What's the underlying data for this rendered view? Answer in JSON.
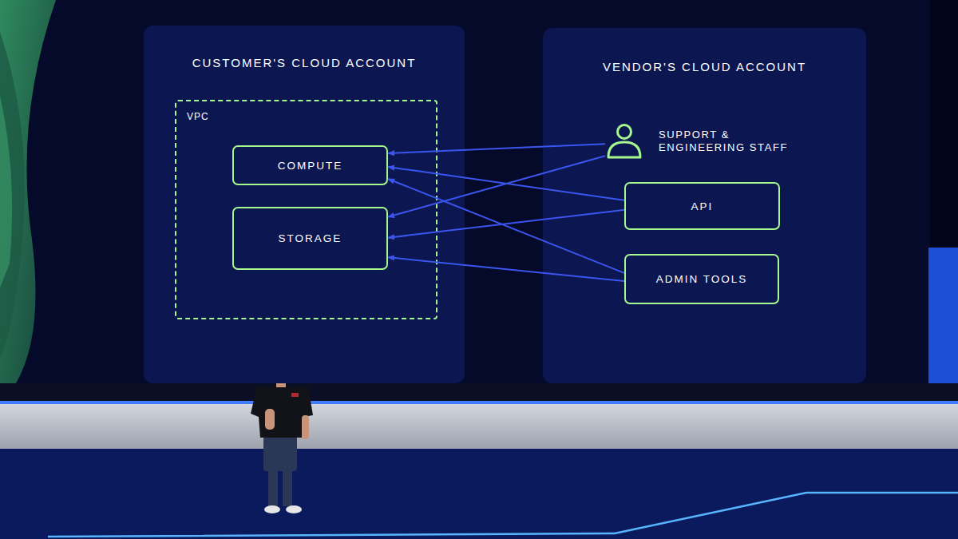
{
  "diagram": {
    "nodes": [
      {
        "text": [
          "CUSTOMER'S CLOUD ACCOUNT"
        ]
      },
      {
        "text": [
          "VPC"
        ],
        "in": 0
      },
      {
        "text": [
          "COMPUTE"
        ],
        "in": 1
      },
      {
        "text": [
          "STORAGE"
        ],
        "in": 1
      },
      {
        "text": [
          "VENDOR'S CLOUD ACCOUNT"
        ]
      },
      {
        "text": [
          "SUPPORT & ENGINEERING STAFF"
        ],
        "in": 4
      },
      {
        "text": [
          "API"
        ],
        "in": 4
      },
      {
        "text": [
          "ADMIN TOOLS"
        ],
        "in": 4
      }
    ],
    "edges": [
      {
        "from": 5,
        "to": 2,
        "arrow": "to"
      },
      {
        "from": 5,
        "to": 3,
        "arrow": "to"
      },
      {
        "from": 6,
        "to": 2,
        "arrow": "to"
      },
      {
        "from": 6,
        "to": 3,
        "arrow": "to"
      },
      {
        "from": 7,
        "to": 2,
        "arrow": "to"
      },
      {
        "from": 7,
        "to": 3,
        "arrow": "to"
      }
    ]
  }
}
